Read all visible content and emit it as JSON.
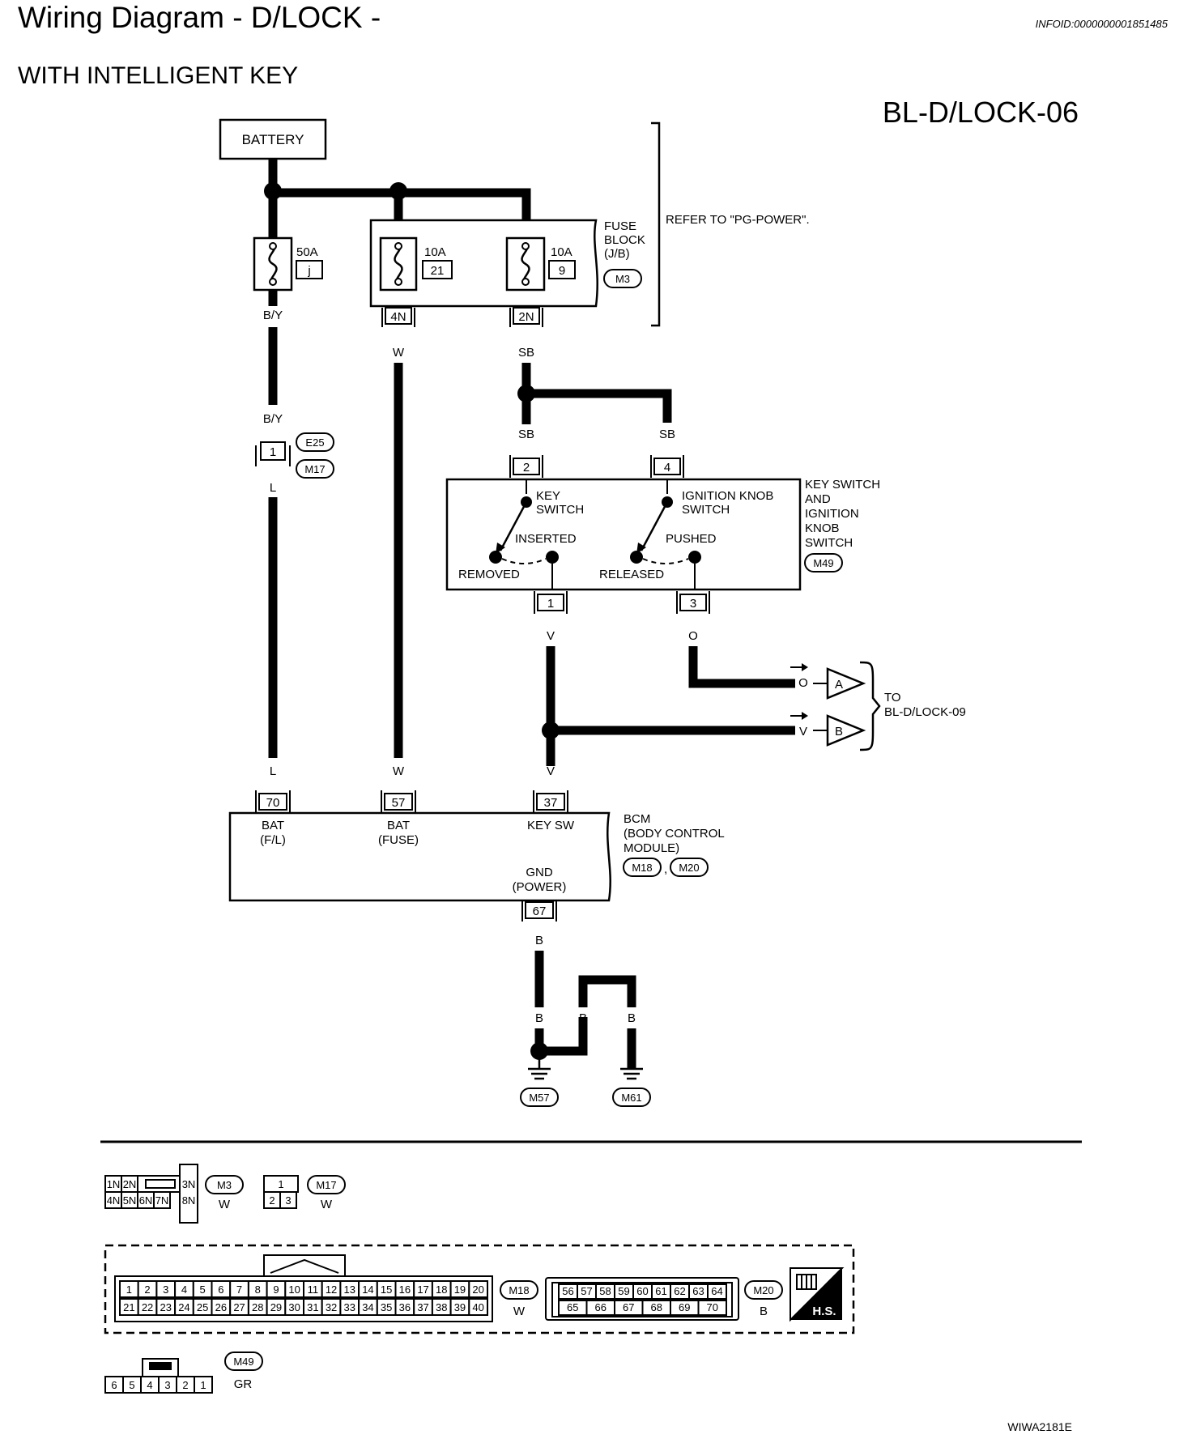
{
  "header": {
    "title": "Wiring Diagram - D/LOCK -",
    "infoid": "INFOID:0000000001851485",
    "subtitle": "WITH INTELLIGENT KEY",
    "page_code": "BL-D/LOCK-06"
  },
  "battery": {
    "label": "BATTERY"
  },
  "fuses": {
    "f50": {
      "rating": "50A",
      "id": "j"
    },
    "f10a": {
      "rating": "10A",
      "id": "21"
    },
    "f10b": {
      "rating": "10A",
      "id": "9"
    }
  },
  "fuse_block": {
    "label_1": "FUSE",
    "label_2": "BLOCK",
    "label_3": "(J/B)",
    "connector": "M3",
    "pin_a": "4N",
    "pin_b": "2N",
    "refer": "REFER TO \"PG-POWER\"."
  },
  "wire_colors": {
    "by": "B/Y",
    "w": "W",
    "sb": "SB",
    "l": "L",
    "v": "V",
    "o": "O",
    "b": "B"
  },
  "joint": {
    "pin": "1",
    "conn_top": "E25",
    "conn_bottom": "M17"
  },
  "key_switch": {
    "pin_2": "2",
    "pin_4": "4",
    "pin_1": "1",
    "pin_3": "3",
    "key_1": "KEY",
    "key_2": "SWITCH",
    "ign_1": "IGNITION KNOB",
    "ign_2": "SWITCH",
    "inserted": "INSERTED",
    "removed": "REMOVED",
    "pushed": "PUSHED",
    "released": "RELEASED",
    "name_1": "KEY SWITCH",
    "name_2": "AND",
    "name_3": "IGNITION",
    "name_4": "KNOB",
    "name_5": "SWITCH",
    "connector": "M49"
  },
  "links": {
    "a": "A",
    "b": "B",
    "to_1": "TO",
    "to_2": "BL-D/LOCK-09",
    "color_o": "O",
    "color_v": "V"
  },
  "bcm": {
    "pin_70": "70",
    "pin_57": "57",
    "pin_37": "37",
    "pin_67": "67",
    "bat_fl_1": "BAT",
    "bat_fl_2": "(F/L)",
    "bat_fuse_1": "BAT",
    "bat_fuse_2": "(FUSE)",
    "key_sw": "KEY SW",
    "gnd_1": "GND",
    "gnd_2": "(POWER)",
    "name_1": "BCM",
    "name_2": "(BODY CONTROL",
    "name_3": "MODULE)",
    "conn_1": "M18",
    "conn_sep": ",",
    "conn_2": "M20"
  },
  "grounds": {
    "g1": "M57",
    "g2": "M61"
  },
  "legend": {
    "m3": {
      "name": "M3",
      "color": "W",
      "top": [
        "1N",
        "2N",
        "",
        "3N"
      ],
      "bottom": [
        "4N",
        "5N",
        "6N",
        "7N",
        "8N"
      ]
    },
    "m17": {
      "name": "M17",
      "color": "W",
      "top": "1",
      "bottom": [
        "2",
        "3"
      ]
    },
    "m18": {
      "name": "M18",
      "color": "W",
      "top": [
        "1",
        "2",
        "3",
        "4",
        "5",
        "6",
        "7",
        "8",
        "9",
        "10",
        "11",
        "12",
        "13",
        "14",
        "15",
        "16",
        "17",
        "18",
        "19",
        "20"
      ],
      "bottom": [
        "21",
        "22",
        "23",
        "24",
        "25",
        "26",
        "27",
        "28",
        "29",
        "30",
        "31",
        "32",
        "33",
        "34",
        "35",
        "36",
        "37",
        "38",
        "39",
        "40"
      ]
    },
    "m20": {
      "name": "M20",
      "color": "B",
      "top": [
        "56",
        "57",
        "58",
        "59",
        "60",
        "61",
        "62",
        "63",
        "64"
      ],
      "bottom": [
        "65",
        "66",
        "67",
        "68",
        "69",
        "70"
      ]
    },
    "hs": "H.S.",
    "m49": {
      "name": "M49",
      "color": "GR",
      "pins": [
        "6",
        "5",
        "4",
        "3",
        "2",
        "1"
      ]
    }
  },
  "footer": {
    "code": "WIWA2181E"
  }
}
